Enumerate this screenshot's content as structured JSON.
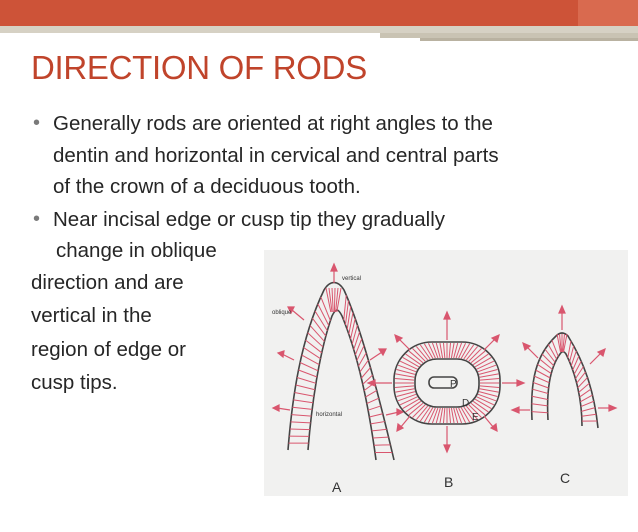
{
  "slide": {
    "title": "DIRECTION OF RODS",
    "bullets": [
      {
        "lines": [
          "Generally rods are oriented at right angles to the",
          "dentin and horizontal in cervical and central parts",
          "of the crown of a deciduous tooth."
        ]
      },
      {
        "lines": [
          "Near incisal edge or cusp tip they gradually",
          "change in oblique",
          "direction and are",
          "vertical in the",
          "region of edge or",
          "cusp tips."
        ]
      }
    ],
    "bullet_symbol": "•"
  },
  "figure": {
    "labels": {
      "vertical": "vertical",
      "oblique": "oblique",
      "horizontal": "horizontal",
      "P": "P",
      "D": "D",
      "E": "E",
      "A": "A",
      "B": "B",
      "C": "C"
    }
  },
  "colors": {
    "accent": "#cd5338",
    "title": "#c0442b",
    "rod_lines": "#d9566e"
  }
}
